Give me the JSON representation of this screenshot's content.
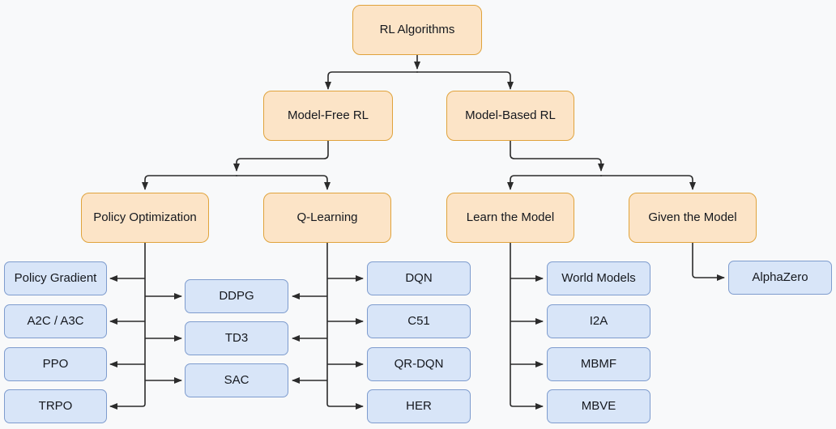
{
  "nodes": {
    "rl": {
      "label": "RL Algorithms"
    },
    "model_free": {
      "label": "Model-Free RL"
    },
    "model_based": {
      "label": "Model-Based RL"
    },
    "policy_opt": {
      "label": "Policy Optimization"
    },
    "q_learning": {
      "label": "Q-Learning"
    },
    "learn_model": {
      "label": "Learn the Model"
    },
    "given_model": {
      "label": "Given the Model"
    },
    "policy_gradient": {
      "label": "Policy Gradient"
    },
    "a2c_a3c": {
      "label": "A2C / A3C"
    },
    "ppo": {
      "label": "PPO"
    },
    "trpo": {
      "label": "TRPO"
    },
    "ddpg": {
      "label": "DDPG"
    },
    "td3": {
      "label": "TD3"
    },
    "sac": {
      "label": "SAC"
    },
    "dqn": {
      "label": "DQN"
    },
    "c51": {
      "label": "C51"
    },
    "qr_dqn": {
      "label": "QR-DQN"
    },
    "her": {
      "label": "HER"
    },
    "world_models": {
      "label": "World Models"
    },
    "i2a": {
      "label": "I2A"
    },
    "mbmf": {
      "label": "MBMF"
    },
    "mbve": {
      "label": "MBVE"
    },
    "alphazero": {
      "label": "AlphaZero"
    }
  },
  "edges": [
    {
      "from": "rl",
      "to": "model_free"
    },
    {
      "from": "rl",
      "to": "model_based"
    },
    {
      "from": "model_free",
      "to": "policy_opt"
    },
    {
      "from": "model_free",
      "to": "q_learning"
    },
    {
      "from": "model_based",
      "to": "learn_model"
    },
    {
      "from": "model_based",
      "to": "given_model"
    },
    {
      "from": "policy_opt",
      "to": "policy_gradient"
    },
    {
      "from": "policy_opt",
      "to": "a2c_a3c"
    },
    {
      "from": "policy_opt",
      "to": "ppo"
    },
    {
      "from": "policy_opt",
      "to": "trpo"
    },
    {
      "from": "policy_opt",
      "to": "ddpg"
    },
    {
      "from": "policy_opt",
      "to": "td3"
    },
    {
      "from": "policy_opt",
      "to": "sac"
    },
    {
      "from": "q_learning",
      "to": "ddpg"
    },
    {
      "from": "q_learning",
      "to": "td3"
    },
    {
      "from": "q_learning",
      "to": "sac"
    },
    {
      "from": "q_learning",
      "to": "dqn"
    },
    {
      "from": "q_learning",
      "to": "c51"
    },
    {
      "from": "q_learning",
      "to": "qr_dqn"
    },
    {
      "from": "q_learning",
      "to": "her"
    },
    {
      "from": "learn_model",
      "to": "world_models"
    },
    {
      "from": "learn_model",
      "to": "i2a"
    },
    {
      "from": "learn_model",
      "to": "mbmf"
    },
    {
      "from": "learn_model",
      "to": "mbve"
    },
    {
      "from": "given_model",
      "to": "alphazero"
    }
  ],
  "colors": {
    "category_fill": "#FCE4C7",
    "category_border": "#E0A33C",
    "algorithm_fill": "#D8E5F8",
    "algorithm_border": "#7E9CCE",
    "edge": "#2B2B2B",
    "background": "#F8F9FA",
    "text": "#15181E"
  }
}
